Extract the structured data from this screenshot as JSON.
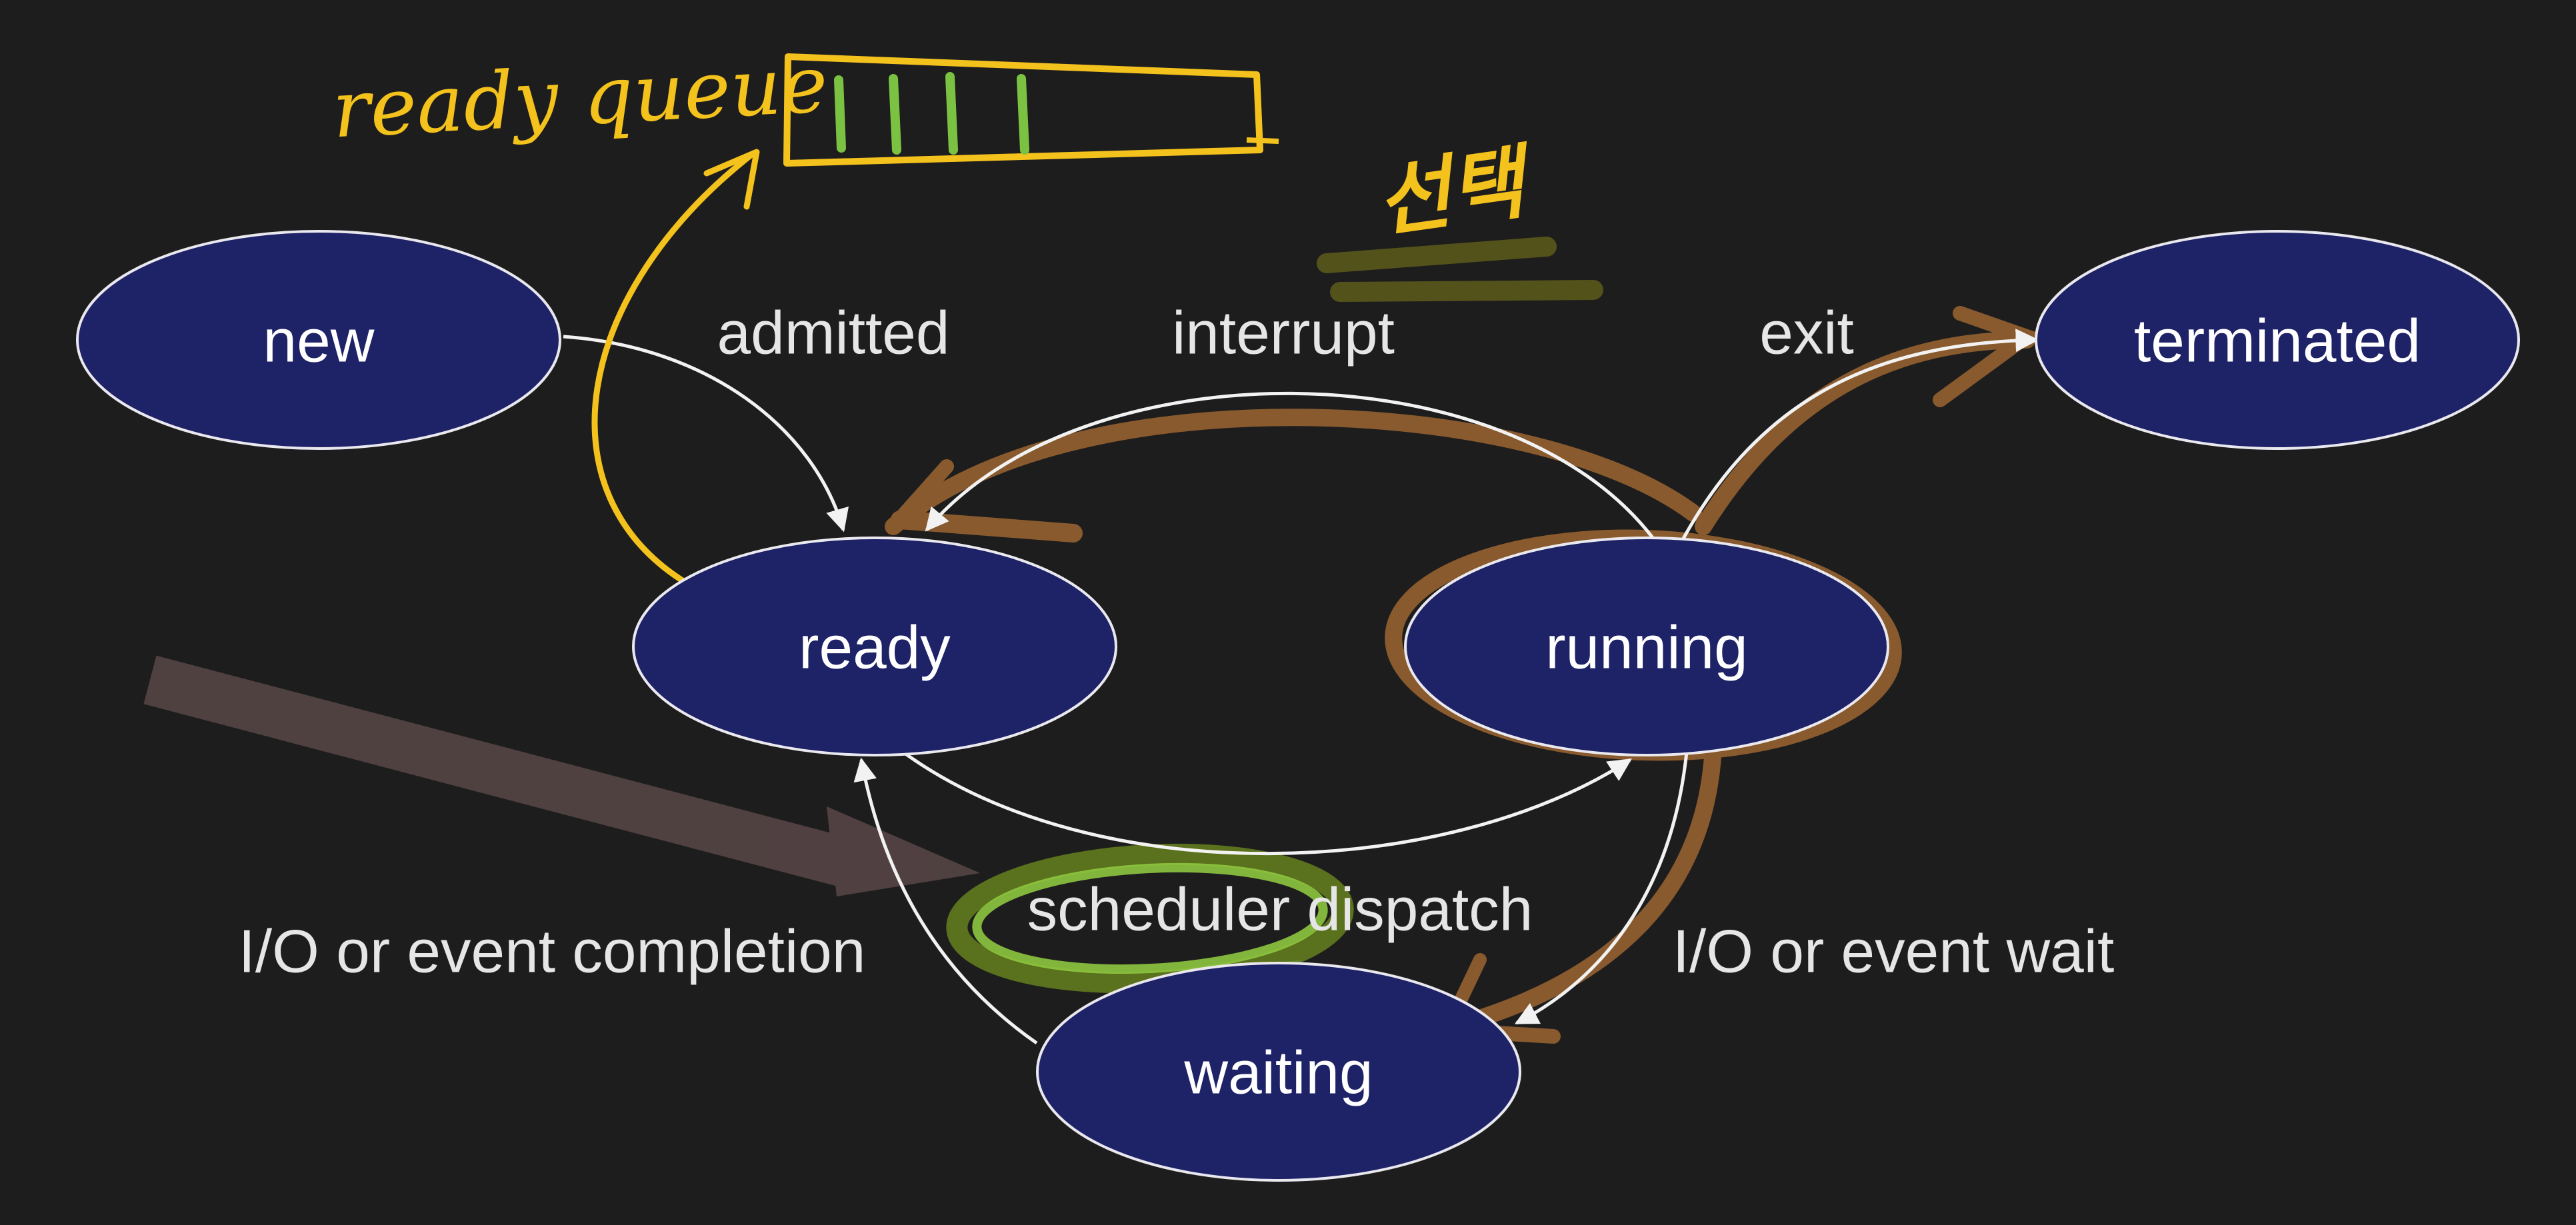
{
  "diagram": {
    "states": {
      "new": "new",
      "ready": "ready",
      "running": "running",
      "waiting": "waiting",
      "terminated": "terminated"
    },
    "transitions": {
      "admitted": "admitted",
      "interrupt": "interrupt",
      "exit": "exit",
      "scheduler_dispatch": "scheduler dispatch",
      "io_completion": "I/O or event completion",
      "io_wait": "I/O or event wait"
    },
    "annotations": {
      "ready_queue": "ready queue",
      "selection": "선택",
      "queue_slots": 4
    },
    "colors": {
      "background": "#1e1d1e",
      "state_fill": "#1e2266",
      "arrow": "#f2f2f2",
      "marker_yellow": "#f4c21c",
      "marker_green": "#7cc242",
      "marker_orange": "#a06a2e",
      "marker_olive": "#6b6a1e",
      "marker_mauve": "#6a5253"
    }
  }
}
